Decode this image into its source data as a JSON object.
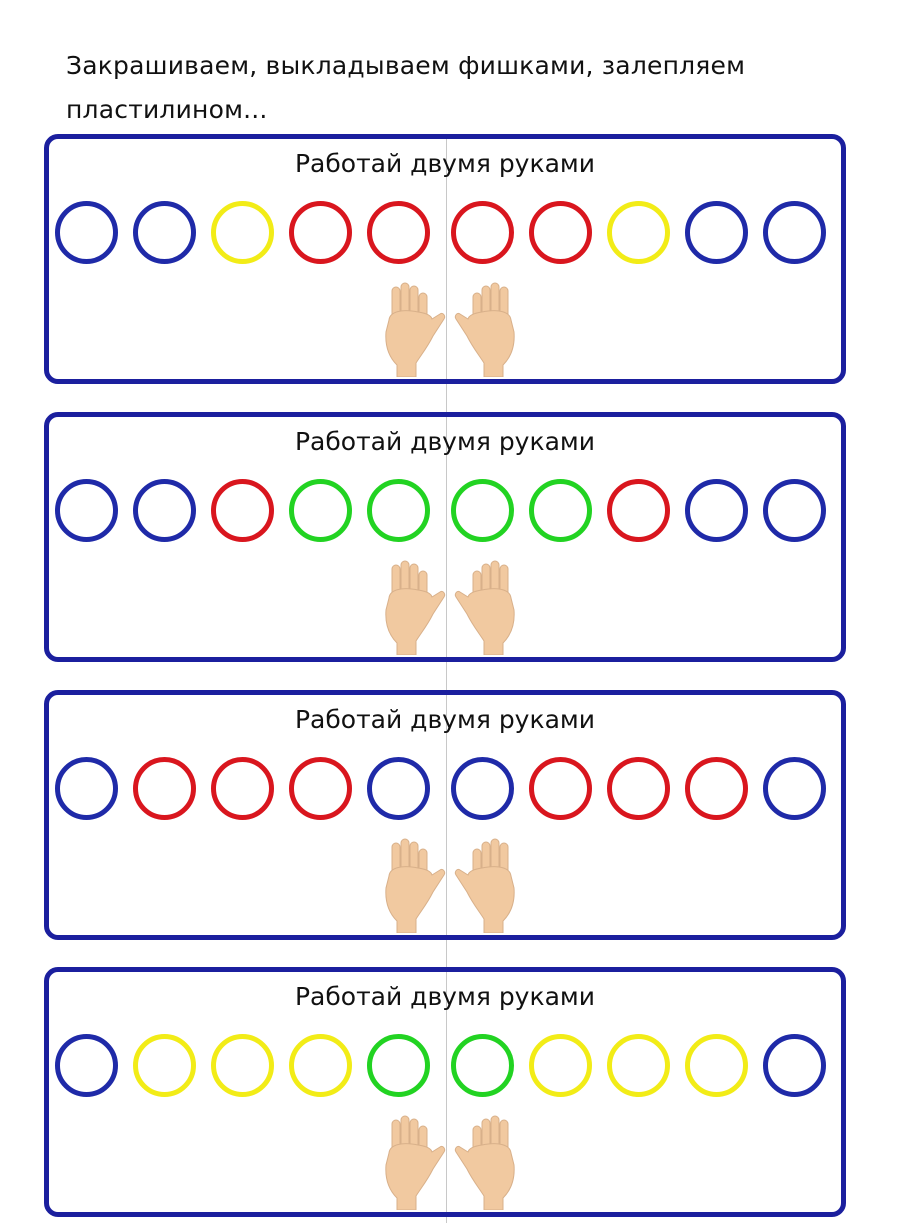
{
  "intro_text": "Закрашиваем, выкладываем фишками, залепляем пластилином...",
  "colors": {
    "border": "#1b1f9e",
    "blue": "#1f2aa8",
    "red": "#d9161e",
    "yellow": "#f2ec17",
    "green": "#22d322",
    "skin": "#f1c9a0"
  },
  "cards": [
    {
      "title": "Работай двумя руками",
      "circles": [
        "blue",
        "blue",
        "yellow",
        "red",
        "red",
        "red",
        "red",
        "yellow",
        "blue",
        "blue"
      ],
      "icons": [
        "left-hand-icon",
        "right-hand-icon"
      ]
    },
    {
      "title": "Работай двумя руками",
      "circles": [
        "blue",
        "blue",
        "red",
        "green",
        "green",
        "green",
        "green",
        "red",
        "blue",
        "blue"
      ],
      "icons": [
        "left-hand-icon",
        "right-hand-icon"
      ]
    },
    {
      "title": "Работай двумя руками",
      "circles": [
        "blue",
        "red",
        "red",
        "red",
        "blue",
        "blue",
        "red",
        "red",
        "red",
        "blue"
      ],
      "icons": [
        "left-hand-icon",
        "right-hand-icon"
      ]
    },
    {
      "title": "Работай двумя руками",
      "circles": [
        "blue",
        "yellow",
        "yellow",
        "yellow",
        "green",
        "green",
        "yellow",
        "yellow",
        "yellow",
        "blue"
      ],
      "icons": [
        "left-hand-icon",
        "right-hand-icon"
      ]
    }
  ]
}
